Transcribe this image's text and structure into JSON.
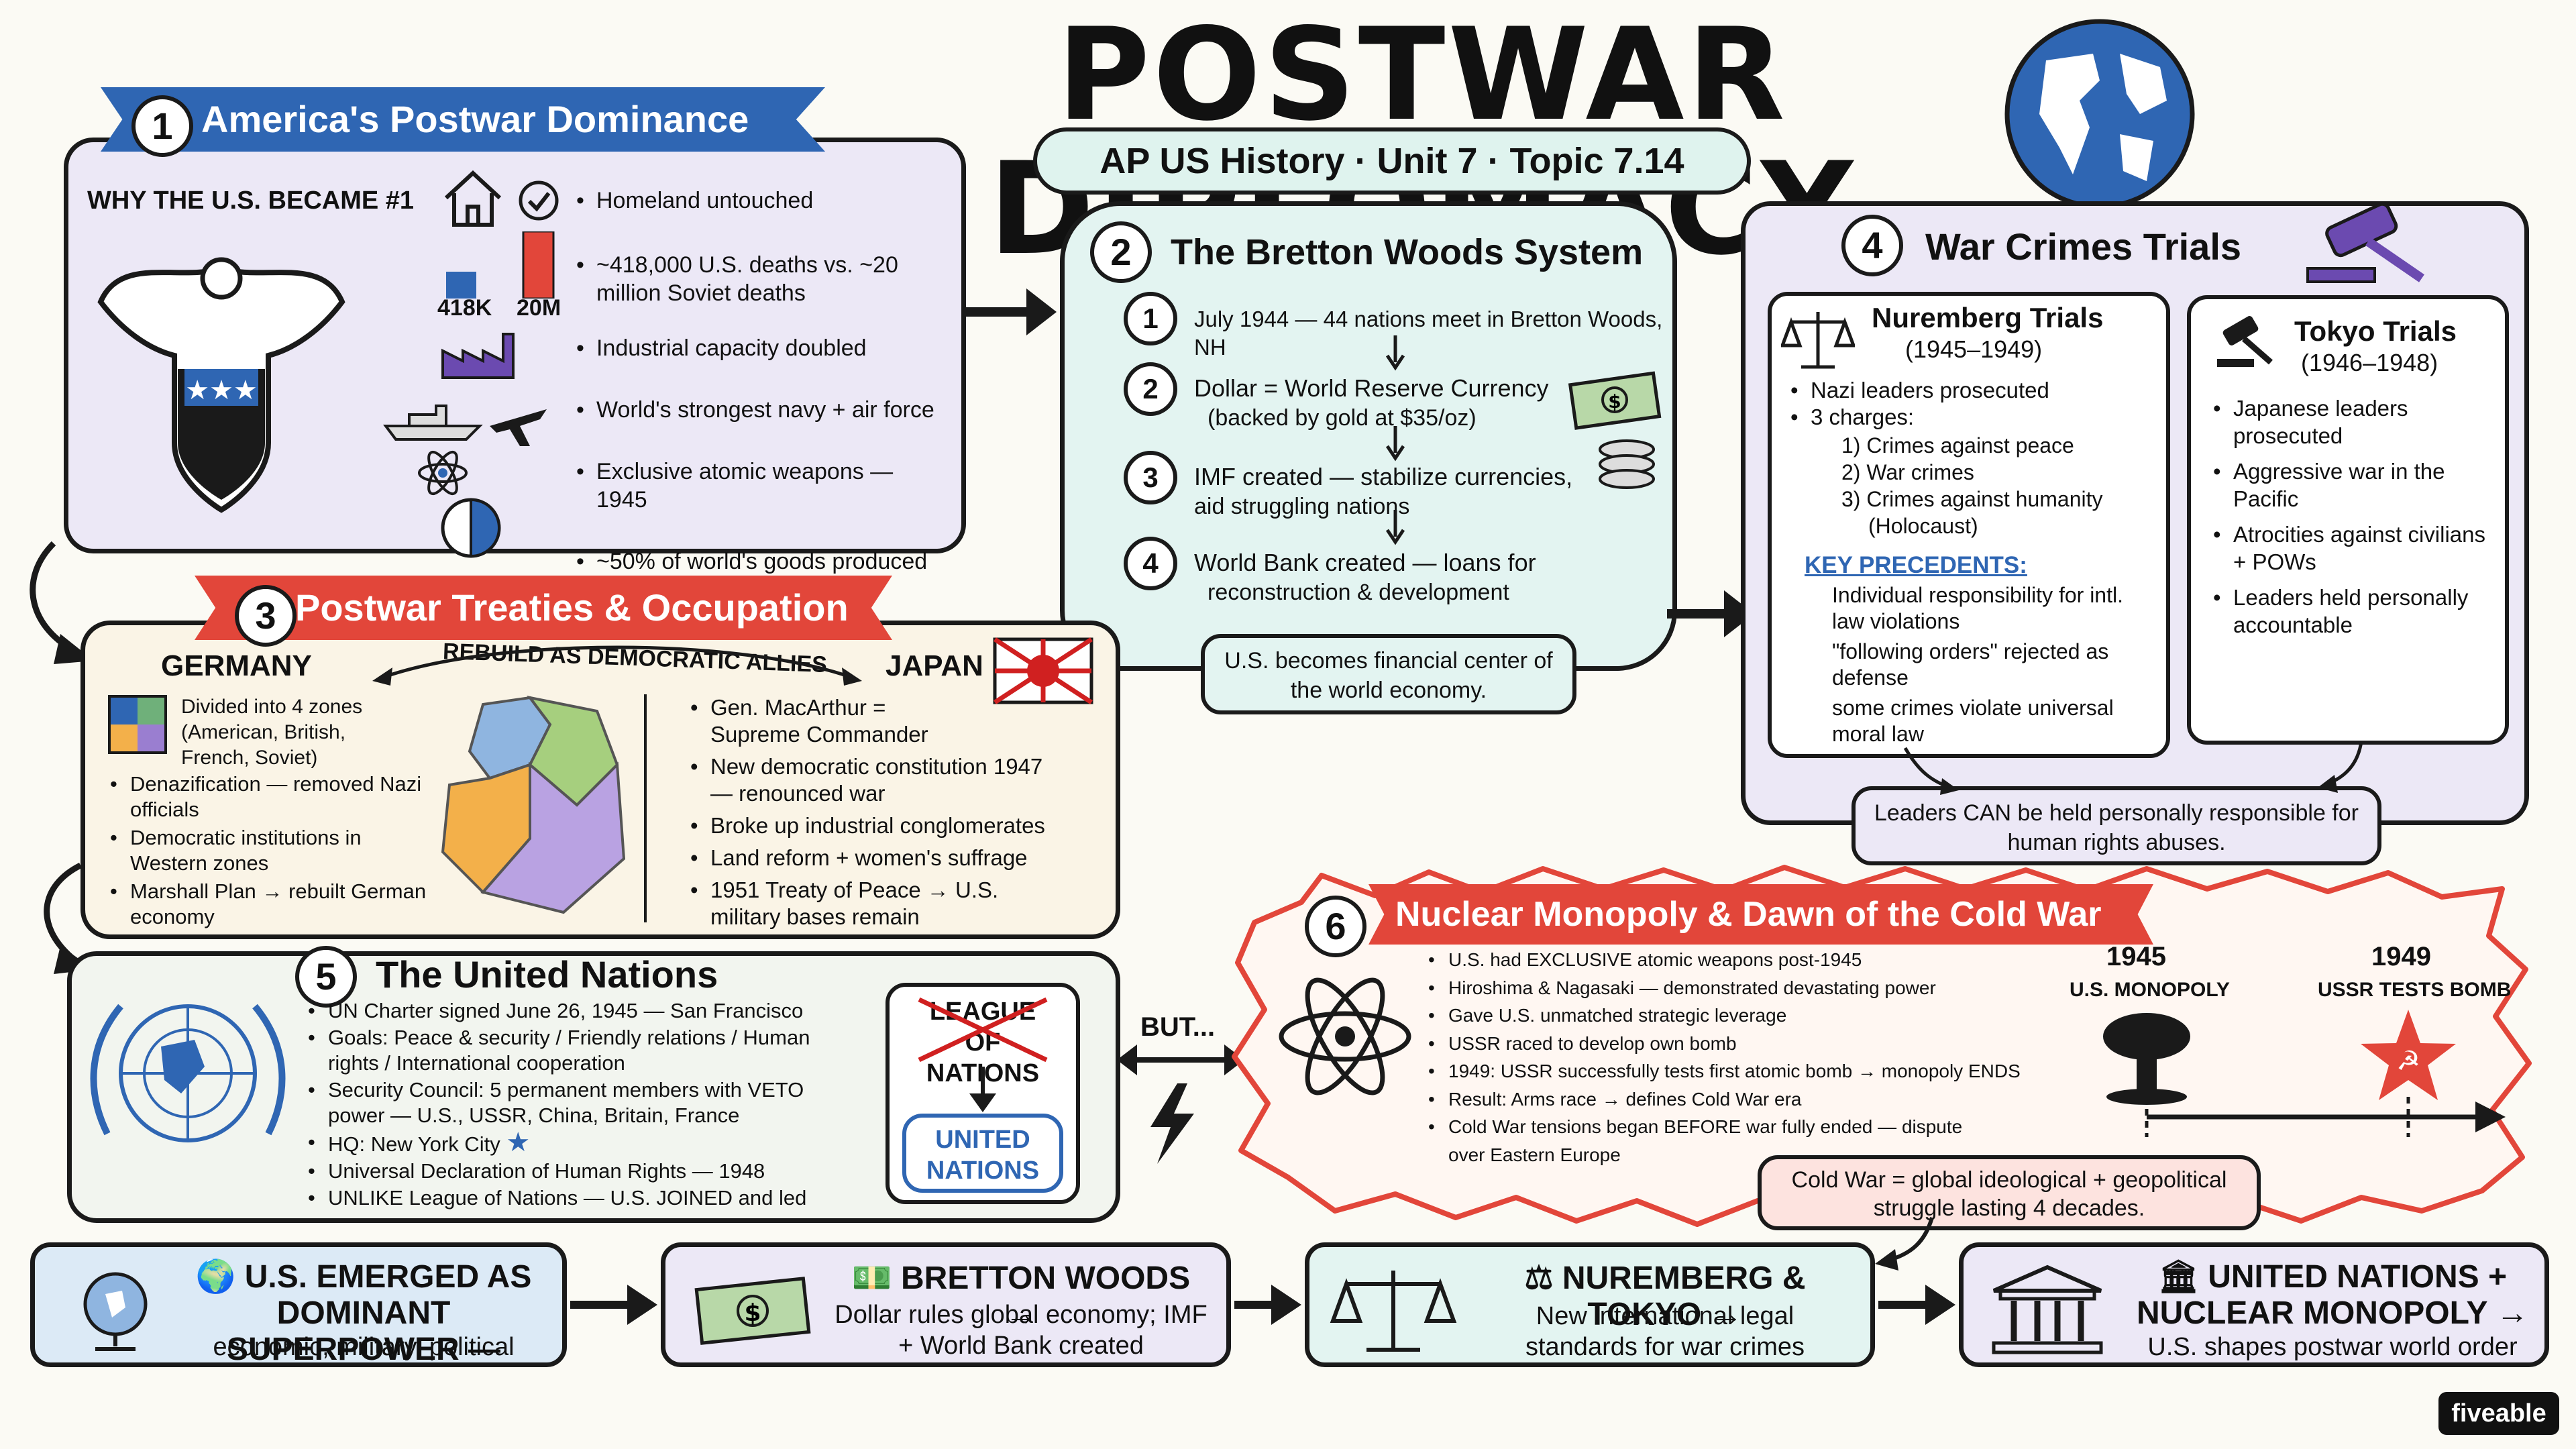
{
  "header": {
    "title": "POSTWAR DIPLOMACY",
    "subtitle": "AP US History · Unit 7 · Topic 7.14"
  },
  "colors": {
    "banner_blue": "#2f66b3",
    "banner_red": "#e2463a",
    "panel1": "#ece8f6",
    "panel2": "#e3f4f1",
    "panel3": "#faf4e6",
    "panel4": "#ece8f6",
    "panel5": "#f2f5ef",
    "panel6": "#fff7f2",
    "accent_red": "#d02020"
  },
  "s1": {
    "num": "1",
    "title": "America's Postwar Dominance",
    "why": "WHY THE U.S. BECAME #1",
    "bars": {
      "a": "418K",
      "b": "20M",
      "a_value": 418000,
      "b_value": 20000000
    },
    "items": [
      "Homeland untouched",
      "~418,000 U.S. deaths vs. ~20 million Soviet deaths",
      "Industrial capacity doubled",
      "World's strongest navy + air force",
      "Exclusive atomic weapons — 1945",
      "~50% of world's goods produced"
    ],
    "goods_share": 0.5,
    "icons": [
      "eagle-shield-icon",
      "house-icon",
      "check-icon",
      "factory-icon",
      "warship-icon",
      "airplane-icon",
      "atom-icon",
      "pie-icon"
    ]
  },
  "s2": {
    "num": "2",
    "title": "The Bretton Woods System",
    "steps": [
      {
        "n": "1",
        "t": "July 1944 — 44 nations meet in Bretton Woods, NH"
      },
      {
        "n": "2",
        "t": "Dollar = World Reserve Currency",
        "s": "(backed by gold at $35/oz)"
      },
      {
        "n": "3",
        "t": "IMF created — stabilize currencies,",
        "s": "aid struggling nations"
      },
      {
        "n": "4",
        "t": "World Bank created — loans for",
        "s": "reconstruction & development"
      }
    ],
    "summary": "U.S. becomes financial center of the world economy."
  },
  "s3": {
    "num": "3",
    "title": "Postwar Treaties & Occupation",
    "arc": "REBUILD AS DEMOCRATIC ALLIES",
    "germany": {
      "title": "GERMANY",
      "zones": "Divided into 4 zones (American, British, French, Soviet)",
      "items": [
        "Denazification — removed Nazi officials",
        "Democratic institutions in Western zones",
        "Marshall Plan → rebuilt German economy"
      ]
    },
    "japan": {
      "title": "JAPAN",
      "items": [
        "Gen. MacArthur = Supreme Commander",
        "New democratic constitution 1947 — renounced war",
        "Broke up industrial conglomerates",
        "Land reform + women's suffrage",
        "1951 Treaty of Peace → U.S. military bases remain"
      ]
    }
  },
  "s4": {
    "num": "4",
    "title": "War Crimes Trials",
    "nur": {
      "title": "Nuremberg Trials",
      "years": "(1945–1949)",
      "items": [
        "Nazi leaders prosecuted",
        "3 charges:"
      ],
      "charges": [
        "1) Crimes against peace",
        "2) War crimes",
        "3) Crimes against humanity (Holocaust)"
      ],
      "kp": "KEY PRECEDENTS:",
      "prec": [
        "Individual responsibility for intl. law violations",
        "\"following orders\" rejected as defense",
        "some crimes violate universal moral law"
      ]
    },
    "tok": {
      "title": "Tokyo Trials",
      "years": "(1946–1948)",
      "items": [
        "Japanese leaders prosecuted",
        "Aggressive war in the Pacific",
        "Atrocities against civilians + POWs",
        "Leaders held personally accountable"
      ]
    },
    "summary": "Leaders CAN be held personally responsible for human rights abuses."
  },
  "s5": {
    "num": "5",
    "title": "The United Nations",
    "items": [
      "UN Charter signed June 26, 1945 — San Francisco",
      "Goals: Peace & security / Friendly relations / Human rights / International cooperation",
      "Security Council: 5 permanent members with VETO power — U.S., USSR, China, Britain, France",
      "HQ: New York City",
      "Universal Declaration of Human Rights — 1948",
      "UNLIKE League of Nations — U.S. JOINED and led"
    ],
    "league": "LEAGUE OF NATIONS",
    "un": "UNITED NATIONS",
    "but": "BUT..."
  },
  "s6": {
    "num": "6",
    "title": "Nuclear Monopoly & Dawn of the Cold War",
    "items": [
      "U.S. had EXCLUSIVE atomic weapons post-1945",
      "Hiroshima & Nagasaki — demonstrated devastating power",
      "Gave U.S. unmatched strategic leverage",
      "USSR raced to develop own bomb",
      "1949: USSR successfully tests first atomic bomb → monopoly ENDS",
      "Result: Arms race → defines Cold War era",
      "Cold War tensions began BEFORE war fully ended — dispute over Eastern Europe"
    ],
    "tl": [
      {
        "year": "1945",
        "label": "U.S. MONOPOLY"
      },
      {
        "year": "1949",
        "label": "USSR TESTS BOMB"
      }
    ],
    "summary": "Cold War = global ideological + geopolitical struggle lasting 4 decades."
  },
  "bottom": [
    {
      "title": "🌍 U.S. EMERGED AS DOMINANT SUPERPOWER —",
      "sub": "economic, military, political"
    },
    {
      "title": "💵 BRETTON WOODS →",
      "sub": "Dollar rules global economy; IMF + World Bank created"
    },
    {
      "title": "⚖ NUREMBERG & TOKYO →",
      "sub": "New international legal standards for war crimes"
    },
    {
      "title": "🏛 UNITED NATIONS + NUCLEAR MONOPOLY →",
      "sub": "U.S. shapes postwar world order"
    }
  ],
  "brand": "fiveable"
}
